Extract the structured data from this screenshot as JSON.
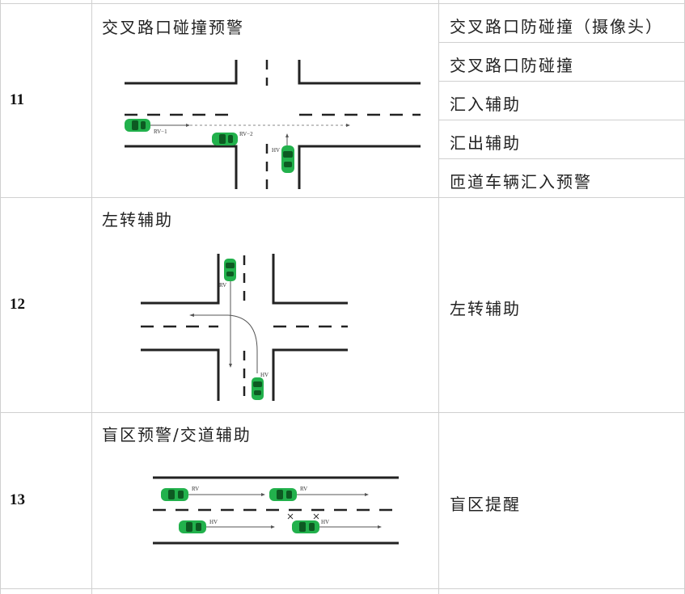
{
  "rows": [
    {
      "number": "11",
      "scene_title": "交叉路口碰撞预警",
      "functions": [
        "交叉路口防碰撞（摄像头）",
        "交叉路口防碰撞",
        "汇入辅助",
        "汇出辅助",
        "匝道车辆汇入预警"
      ],
      "diagram_labels": {
        "rv1": "RV−1",
        "rv2": "RV−2",
        "hv": "HV"
      }
    },
    {
      "number": "12",
      "scene_title": "左转辅助",
      "functions": [
        "左转辅助"
      ],
      "diagram_labels": {
        "rv": "RV",
        "hv": "HV"
      }
    },
    {
      "number": "13",
      "scene_title": "盲区预警/交道辅助",
      "functions": [
        "盲区提醒"
      ],
      "diagram_labels": {
        "rv_a": "RV",
        "rv_b": "RV",
        "hv_a": "HV",
        "hv_b": "HV"
      }
    }
  ],
  "colors": {
    "car_body": "#22b14c",
    "car_dark": "#0d5a22",
    "grid": "#d0d0d0"
  }
}
